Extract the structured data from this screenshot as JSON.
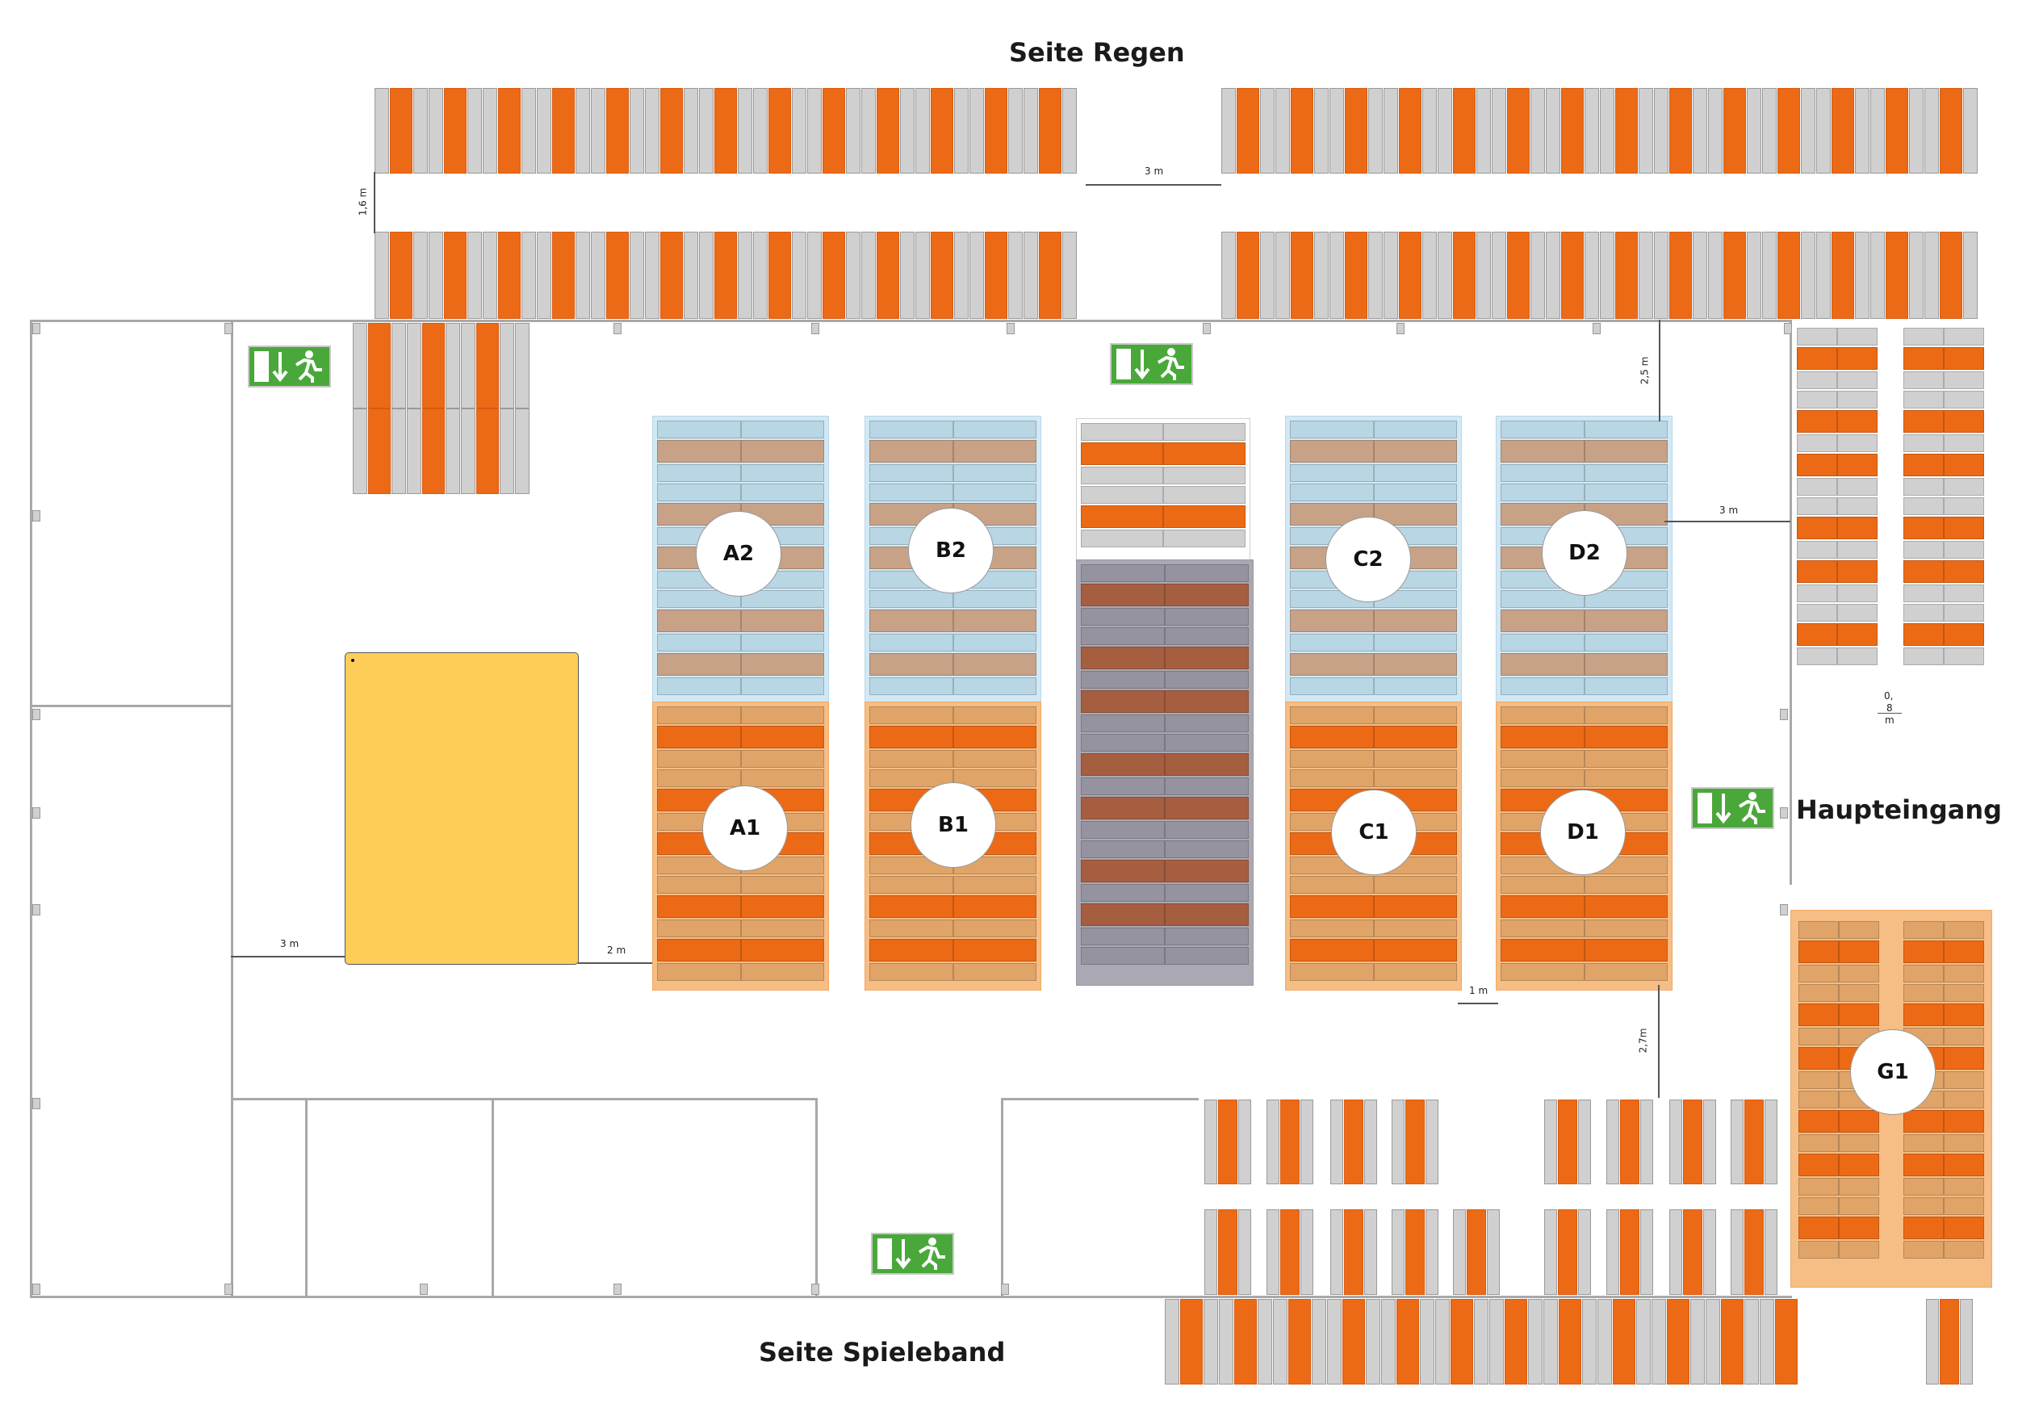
{
  "labels": {
    "top_side": "Seite Regen",
    "bottom_side": "Seite Spieleband",
    "main_entrance": "Haupteingang"
  },
  "zones": [
    {
      "id": "A2",
      "type": "blue"
    },
    {
      "id": "B2",
      "type": "blue"
    },
    {
      "id": "C2",
      "type": "blue"
    },
    {
      "id": "D2",
      "type": "blue"
    },
    {
      "id": "A1",
      "type": "orange"
    },
    {
      "id": "B1",
      "type": "orange"
    },
    {
      "id": "C1",
      "type": "orange"
    },
    {
      "id": "D1",
      "type": "orange"
    },
    {
      "id": "G1",
      "type": "orange"
    }
  ],
  "dimensions": {
    "top_row_gap": "1,6 m",
    "top_aisle": "3 m",
    "right_top_gap": "2,5 m",
    "right_aisle": "3 m",
    "right_rack_gap_line1": "0,",
    "right_rack_gap_line2": "8",
    "right_rack_gap_line3": "m",
    "left_aisle": "3 m",
    "yellow_gap": "2 m",
    "zone_gap": "1 m",
    "lower_gap": "2,7m"
  },
  "colors": {
    "orange": "#ec6a16",
    "gray": "#d0d0d0",
    "blue": "#b8d6e4",
    "tan": "#c7a287",
    "light_orange": "#e0a468",
    "dark_gray": "#9693a0",
    "dark_brown": "#a65e40",
    "yellow": "#fdcd57",
    "exit_green": "#4aa83a"
  },
  "exit_signs": [
    {
      "name": "emergency-exit"
    },
    {
      "name": "emergency-exit"
    },
    {
      "name": "emergency-exit"
    },
    {
      "name": "emergency-exit"
    }
  ]
}
